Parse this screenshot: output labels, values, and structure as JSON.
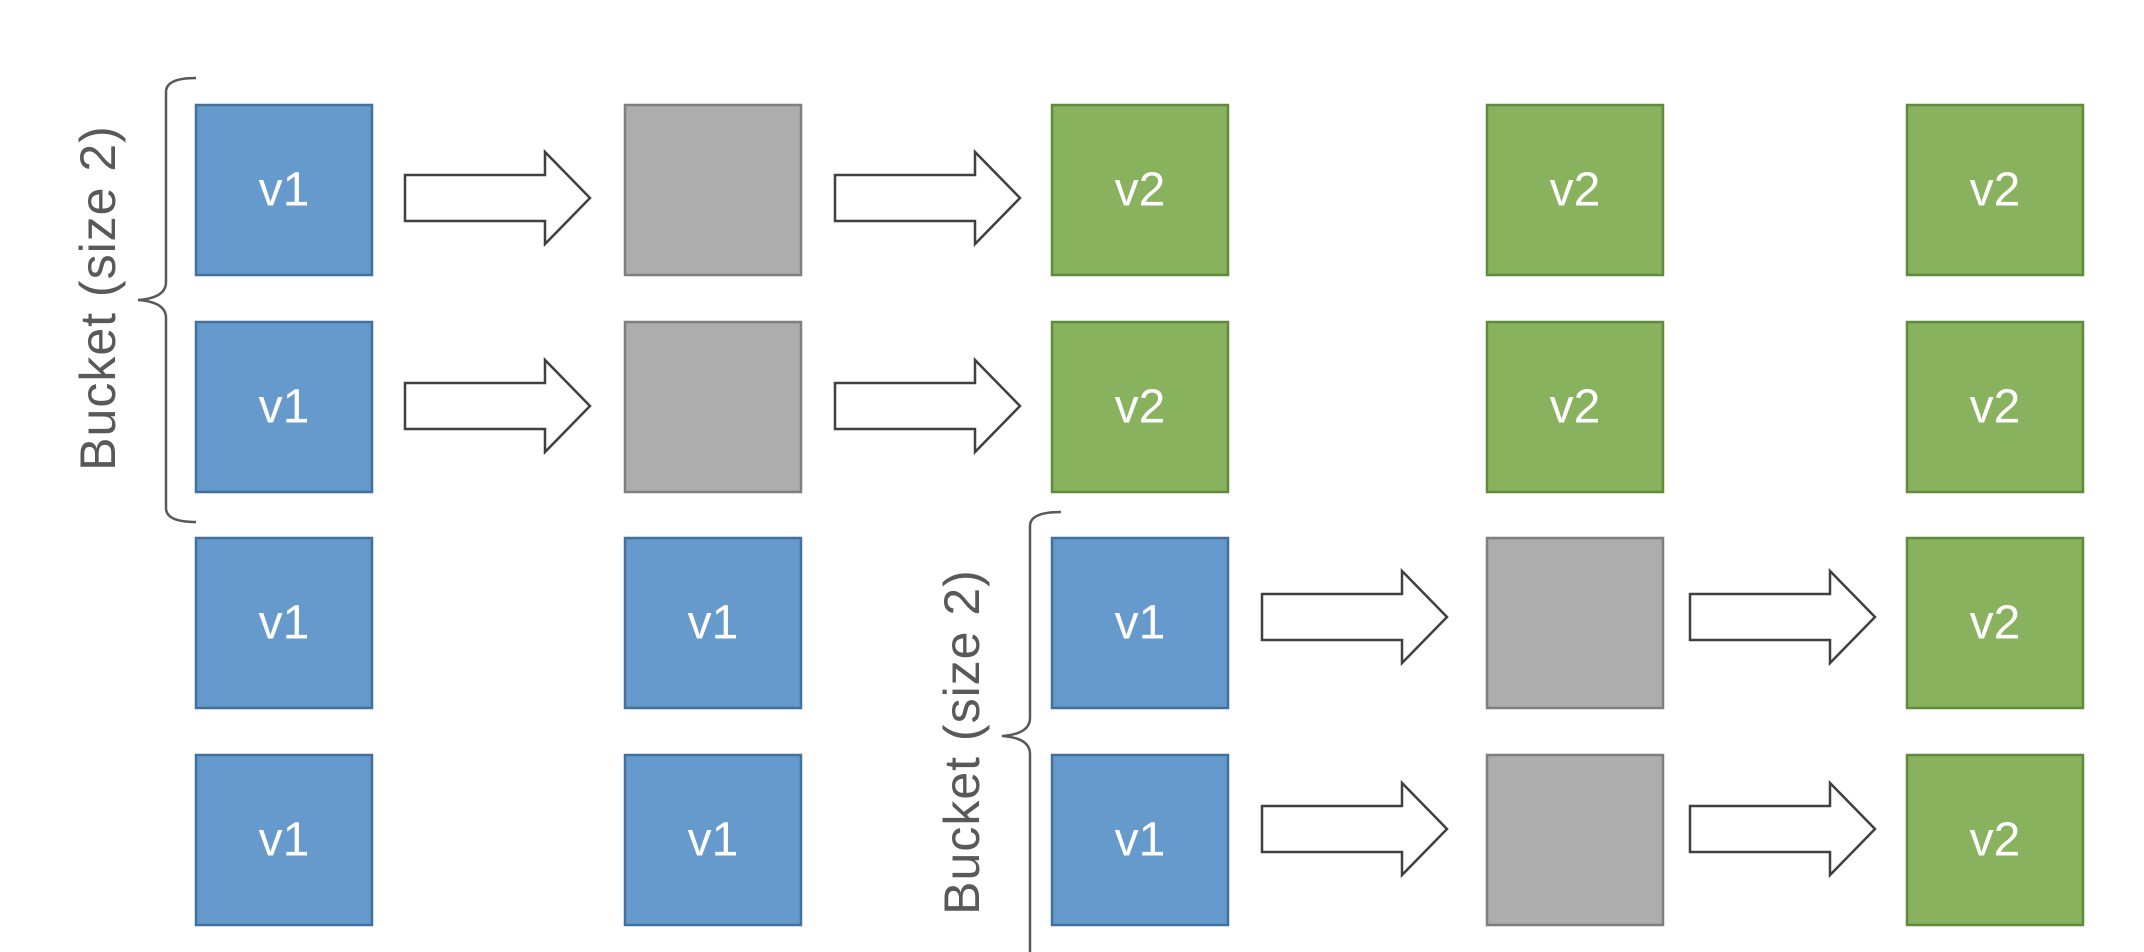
{
  "colors": {
    "v1_fill": "#6699CC",
    "v1_stroke": "#41719C",
    "pending_fill": "#ADADAD",
    "pending_stroke": "#7F7F7F",
    "v2_fill": "#88B25E",
    "v2_stroke": "#5F8B3C",
    "arrow_stroke": "#404040",
    "brace_stroke": "#595959",
    "label_text": "#595959"
  },
  "labels": {
    "v1": "v1",
    "v2": "v2",
    "bucket_top": "Bucket (size 2)",
    "bucket_bottom": "Bucket (size 2)"
  },
  "grid": [
    [
      "v1",
      "pending",
      "v2",
      "v2",
      "v2"
    ],
    [
      "v1",
      "pending",
      "v2",
      "v2",
      "v2"
    ],
    [
      "v1",
      "v1",
      "v1",
      "pending",
      "v2"
    ],
    [
      "v1",
      "v1",
      "v1",
      "pending",
      "v2"
    ]
  ]
}
